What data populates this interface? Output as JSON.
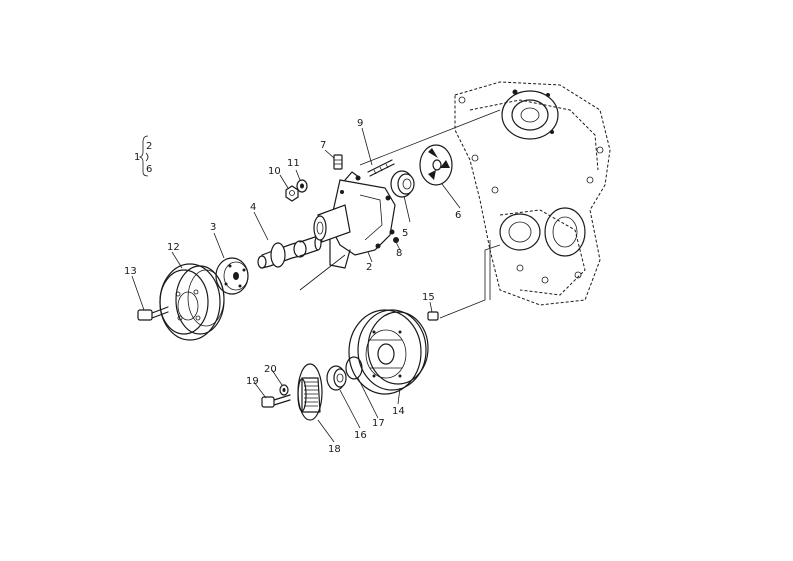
{
  "callouts": {
    "p1": "1",
    "p2": "2",
    "p3": "3",
    "p4": "4",
    "p5": "5",
    "p6": "6",
    "p7": "7",
    "p8": "8",
    "p9": "9",
    "p10": "10",
    "p11": "11",
    "p12": "12",
    "p13": "13",
    "p14": "14",
    "p15": "15",
    "p16": "16",
    "p17": "17",
    "p18": "18",
    "p19": "19",
    "p20": "20"
  },
  "legend": {
    "group_number": "1",
    "range_start": "2",
    "range_end": "6"
  }
}
